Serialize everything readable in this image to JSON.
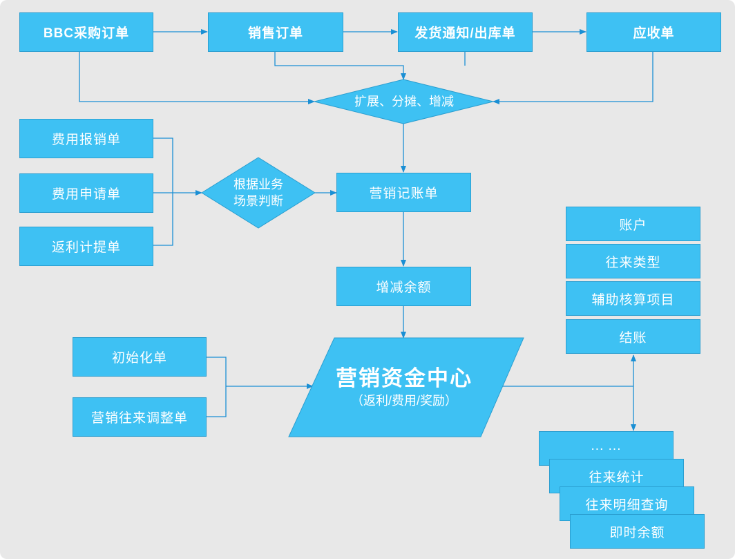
{
  "top_row": {
    "bbc_order": "BBC采购订单",
    "sales_order": "销售订单",
    "delivery": "发货通知/出库单",
    "receivable": "应收单"
  },
  "diamonds": {
    "expand": "扩展、分摊、增减",
    "scenario_line1": "根据业务",
    "scenario_line2": "场景判断"
  },
  "left_inputs": {
    "expense_claim": "费用报销单",
    "expense_request": "费用申请单",
    "rebate": "返利计提单"
  },
  "flow": {
    "marketing_voucher": "营销记账单",
    "balance_change": "增减余额"
  },
  "init_inputs": {
    "init_doc": "初始化单",
    "adjust_doc": "营销往来调整单"
  },
  "center": {
    "title": "营销资金中心",
    "subtitle": "（返利/费用/奖励）"
  },
  "right_config": [
    "账户",
    "往来类型",
    "辅助核算项目",
    "结账"
  ],
  "reports": {
    "more": "... ...",
    "stats": "往来统计",
    "detail_query": "往来明细查询",
    "realtime_balance": "即时余额"
  },
  "colors": {
    "box_fill": "#3ec1f3",
    "line": "#1a8fd4",
    "background": "#e8e8e8"
  }
}
